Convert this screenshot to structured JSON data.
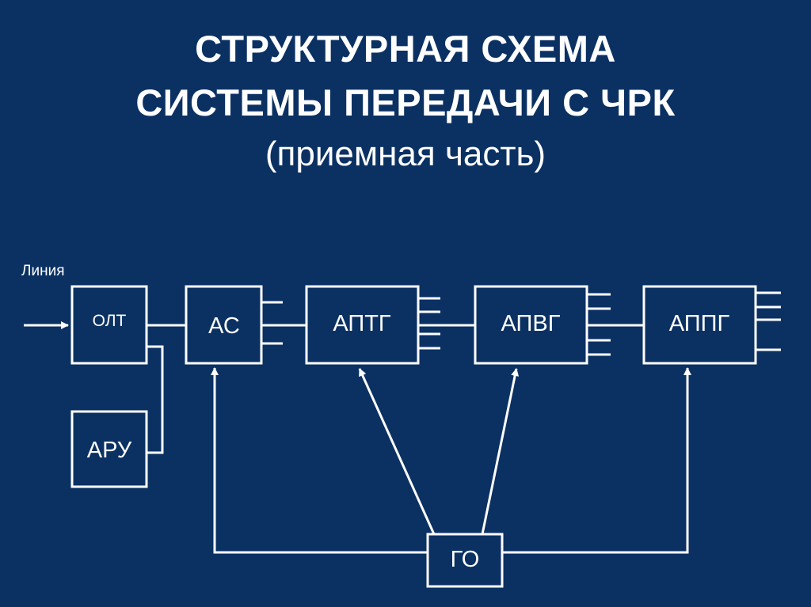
{
  "title": {
    "line1": "СТРУКТУРНАЯ СХЕМА",
    "line2": "СИСТЕМЫ ПЕРЕДАЧИ С ЧРК",
    "subtitle": "(приемная часть)"
  },
  "diagram": {
    "input_label": "Линия",
    "blocks": {
      "olt": "ОЛТ",
      "aru": "АРУ",
      "as": "АС",
      "aptg": "АПТГ",
      "apvg": "АПВГ",
      "appg": "АППГ",
      "go": "ГО"
    }
  },
  "colors": {
    "background": "#0b3163",
    "foreground": "#ffffff"
  }
}
